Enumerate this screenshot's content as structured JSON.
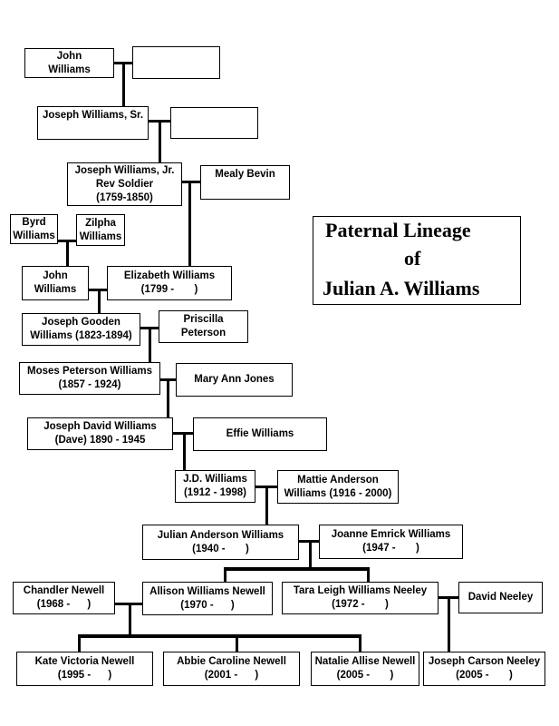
{
  "title": {
    "line1": "Paternal Lineage",
    "line2": "of",
    "line3": "Julian A. Williams"
  },
  "people": {
    "john_williams_1": {
      "lines": [
        "John",
        "Williams"
      ]
    },
    "unknown_spouse_1": {
      "lines": [
        ""
      ]
    },
    "joseph_sr": {
      "lines": [
        "Joseph Williams, Sr."
      ]
    },
    "unknown_spouse_2": {
      "lines": [
        ""
      ]
    },
    "joseph_jr": {
      "lines": [
        "Joseph Williams, Jr.",
        "Rev Soldier",
        "(1759-1850)"
      ]
    },
    "mealy_bevin": {
      "lines": [
        "Mealy Bevin"
      ]
    },
    "byrd_williams": {
      "lines": [
        "Byrd",
        "Williams"
      ]
    },
    "zilpha_williams": {
      "lines": [
        "Zilpha",
        "Williams"
      ]
    },
    "john_williams_2": {
      "lines": [
        "John",
        "Williams"
      ]
    },
    "elizabeth": {
      "lines": [
        "Elizabeth Williams",
        "(1799 -       )"
      ]
    },
    "joseph_gooden": {
      "lines": [
        "Joseph Gooden",
        "Williams (1823-1894)"
      ]
    },
    "priscilla": {
      "lines": [
        "Priscilla",
        "Peterson"
      ]
    },
    "moses": {
      "lines": [
        "Moses Peterson Williams",
        "(1857 - 1924)"
      ]
    },
    "mary_ann": {
      "lines": [
        "Mary Ann Jones"
      ]
    },
    "joseph_david": {
      "lines": [
        "Joseph David Williams",
        "(Dave) 1890 - 1945"
      ]
    },
    "effie": {
      "lines": [
        "Effie Williams"
      ]
    },
    "jd": {
      "lines": [
        "J.D. Williams",
        "(1912 - 1998)"
      ]
    },
    "mattie": {
      "lines": [
        "Mattie Anderson",
        "Williams (1916 - 2000)"
      ]
    },
    "julian": {
      "lines": [
        "Julian Anderson Williams",
        "(1940 -       )"
      ]
    },
    "joanne": {
      "lines": [
        "Joanne Emrick Williams",
        "(1947 -       )"
      ]
    },
    "chandler": {
      "lines": [
        "Chandler Newell",
        "(1968 -      )"
      ]
    },
    "allison": {
      "lines": [
        "Allison Williams Newell",
        "(1970 -      )"
      ]
    },
    "tara": {
      "lines": [
        "Tara Leigh Williams Neeley",
        "(1972 -       )"
      ]
    },
    "david_neeley": {
      "lines": [
        "David Neeley"
      ]
    },
    "kate": {
      "lines": [
        "Kate Victoria Newell",
        "(1995 -      )"
      ]
    },
    "abbie": {
      "lines": [
        "Abbie Caroline Newell",
        "(2001 -      )"
      ]
    },
    "natalie": {
      "lines": [
        "Natalie Allise Newell",
        "(2005 -       )"
      ]
    },
    "joseph_carson": {
      "lines": [
        "Joseph Carson Neeley",
        "(2005 -       )"
      ]
    }
  }
}
